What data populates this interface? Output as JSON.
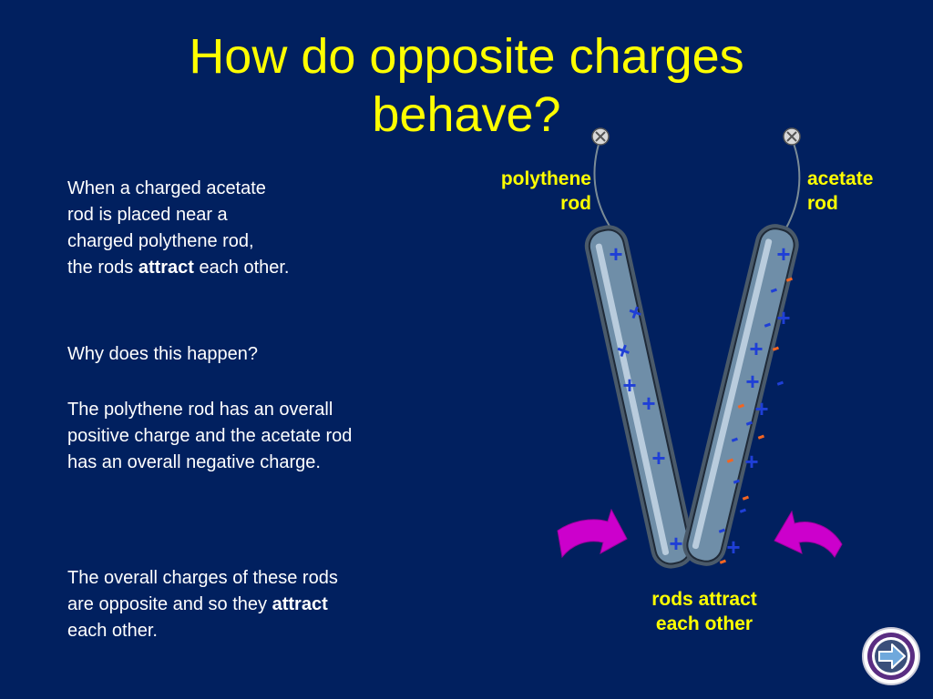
{
  "title_line1": "How do opposite charges",
  "title_line2": "behave?",
  "intro": {
    "l1": "When a charged acetate",
    "l2": "rod is placed near a",
    "l3": "charged polythene rod,",
    "l4_pre": "the rods ",
    "l4_bold": "attract",
    "l4_post": " each other."
  },
  "question": "Why does this happen?",
  "explanation": {
    "l1": "The polythene rod has an overall",
    "l2": "positive charge and the acetate rod",
    "l3": "has an overall negative charge."
  },
  "conclusion": {
    "l1": "The overall charges of these rods",
    "l2_pre": "are opposite and so they ",
    "l2_bold": "attract",
    "l3": "each other."
  },
  "labels": {
    "polythene_l1": "polythene",
    "polythene_l2": "rod",
    "acetate_l1": "acetate",
    "acetate_l2": "rod",
    "attract_l1": "rods attract",
    "attract_l2": "each other"
  },
  "symbols": {
    "plus": "+",
    "minus": "-"
  },
  "colors": {
    "background": "#01205f",
    "title": "#ffff00",
    "body_text": "#ffffff",
    "rod_fill": "#6f8ea8",
    "plus": "#1f3fd6",
    "minus_blue": "#1f3fd6",
    "minus_orange": "#f26522",
    "arrow": "#cc00cc"
  },
  "icons": {
    "pivot": "pivot-screw-icon",
    "nav": "next-arrow-icon"
  }
}
